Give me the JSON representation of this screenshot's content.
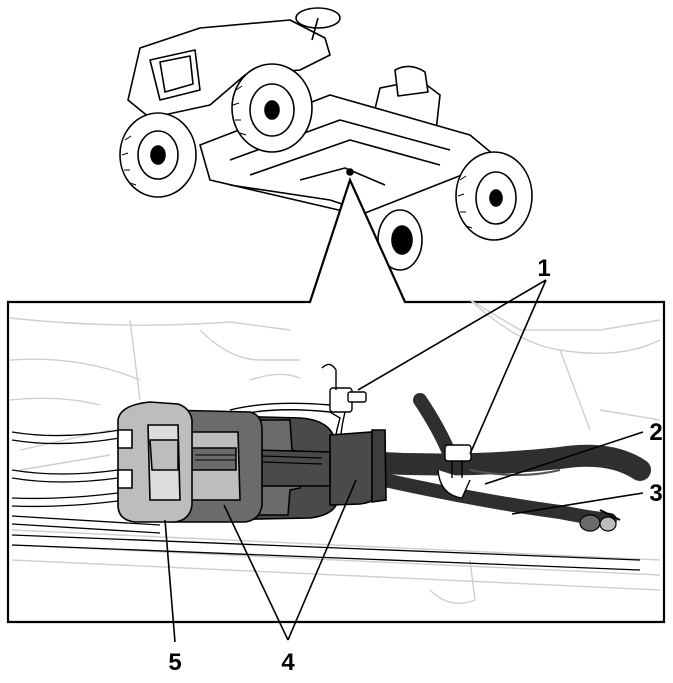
{
  "figure": {
    "callouts": [
      {
        "id": "1",
        "label": "1"
      },
      {
        "id": "2",
        "label": "2"
      },
      {
        "id": "3",
        "label": "3"
      },
      {
        "id": "4",
        "label": "4"
      },
      {
        "id": "5",
        "label": "5"
      }
    ],
    "colors": {
      "line": "#000000",
      "connector_dark": "#4a4a4a",
      "connector_mid": "#6b6b6b",
      "connector_light": "#bdbdbd",
      "cable": "#2f2f2f",
      "background": "#ffffff",
      "ghost": "#cfcfcf"
    }
  }
}
